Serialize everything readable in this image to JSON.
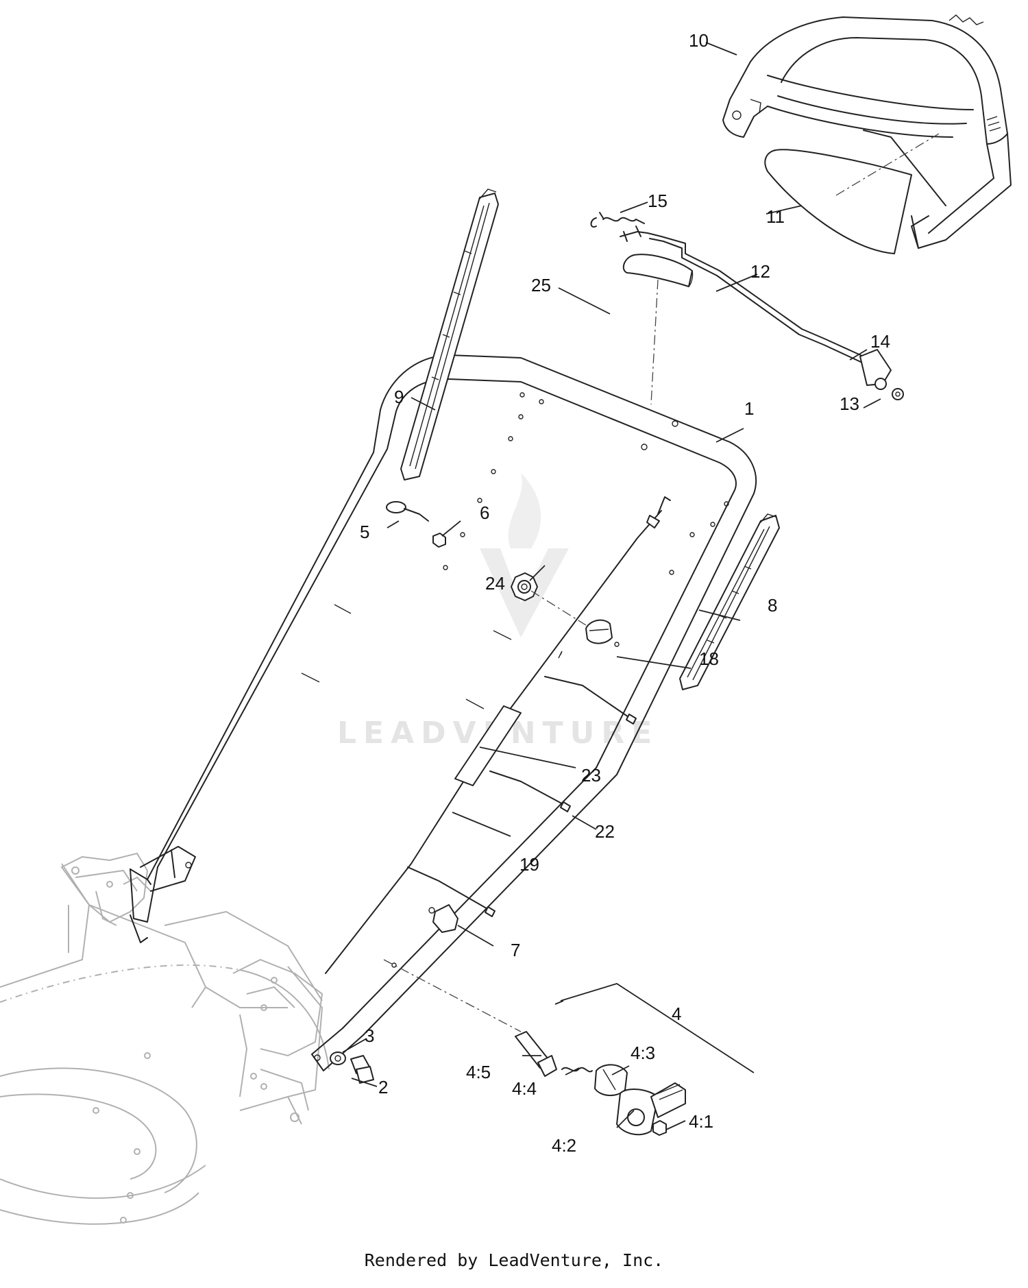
{
  "watermark": {
    "brand": "LEADVENTURE"
  },
  "footer": {
    "credit": "Rendered by LeadVenture, Inc."
  },
  "callouts": {
    "c1": "1",
    "c2": "2",
    "c3": "3",
    "c4": "4",
    "c4_1": "4:1",
    "c4_2": "4:2",
    "c4_3": "4:3",
    "c4_4": "4:4",
    "c4_5": "4:5",
    "c5": "5",
    "c6": "6",
    "c7": "7",
    "c8": "8",
    "c9": "9",
    "c10": "10",
    "c11": "11",
    "c12": "12",
    "c13": "13",
    "c14": "14",
    "c15": "15",
    "c18": "18",
    "c19": "19",
    "c22": "22",
    "c23": "23",
    "c24": "24",
    "c25": "25"
  }
}
